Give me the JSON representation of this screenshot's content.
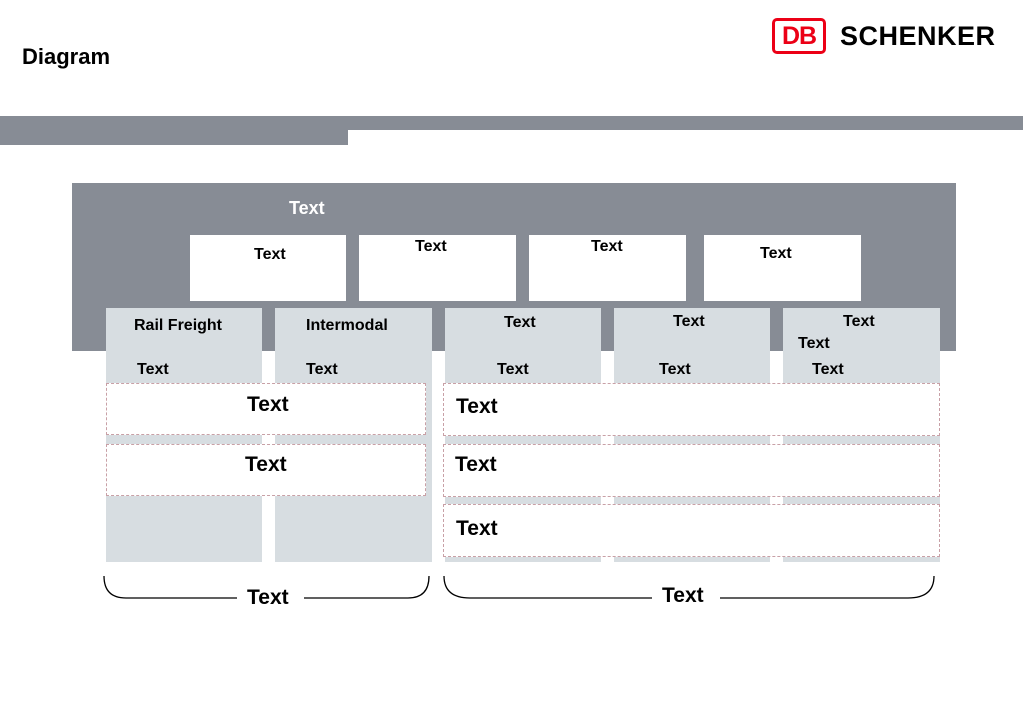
{
  "header": {
    "title": "Diagram",
    "logo_db": "DB",
    "logo_brand": "SCHENKER"
  },
  "colors": {
    "bar_gray": "#878C95",
    "column_gray": "#D7DDE1",
    "db_red": "#EC0016",
    "dash": "#C8A0A6"
  },
  "diagram": {
    "top_label": "Text",
    "top_boxes": [
      "Text",
      "Text",
      "Text",
      "Text"
    ],
    "columns": [
      {
        "title": "Rail Freight",
        "sub": "Text"
      },
      {
        "title": "Intermodal",
        "sub": "Text"
      },
      {
        "title": "Text",
        "sub": "Text"
      },
      {
        "title": "Text",
        "sub": "Text"
      },
      {
        "title": "Text",
        "title2": "Text",
        "sub": "Text"
      }
    ],
    "left_rows": [
      "Text",
      "Text"
    ],
    "right_rows": [
      "Text",
      "Text",
      "Text"
    ],
    "brace_left": "Text",
    "brace_right": "Text"
  }
}
